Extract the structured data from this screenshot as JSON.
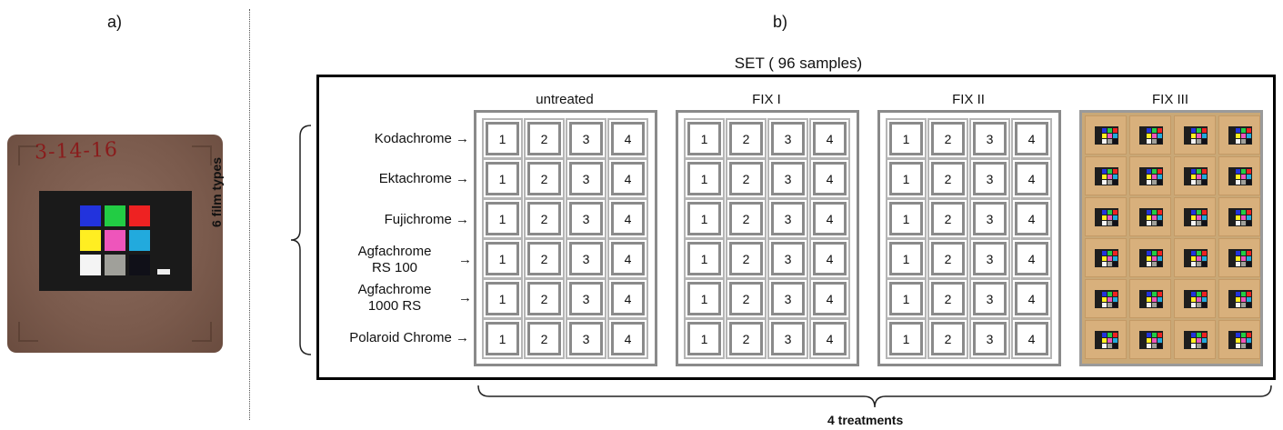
{
  "panels": {
    "a": "a)",
    "b": "b)"
  },
  "slide": {
    "handwriting": "3-14-16",
    "color_patches": [
      "#2233dd",
      "#22cc44",
      "#ee2222",
      "#ffee22",
      "#ee55bb",
      "#22aadd",
      "#f4f4f4",
      "#a0a09a",
      "#101018"
    ]
  },
  "set_title": "SET ( 96 samples)",
  "treatments": [
    "untreated",
    "FIX I",
    "FIX II",
    "FIX III"
  ],
  "film_types": [
    {
      "line1": "Kodachrome →",
      "line2": ""
    },
    {
      "line1": "Ektachrome →",
      "line2": ""
    },
    {
      "line1": "Fujichrome →",
      "line2": ""
    },
    {
      "line1": "Agfachrome",
      "line2": "RS 100"
    },
    {
      "line1": "Agfachrome",
      "line2": "1000 RS"
    },
    {
      "line1": "Polaroid Chrome →",
      "line2": ""
    }
  ],
  "arrow": "→",
  "cell_numbers": [
    "1",
    "2",
    "3",
    "4"
  ],
  "brace_labels": {
    "film": "6 film types",
    "treatments": "4 treatments"
  }
}
